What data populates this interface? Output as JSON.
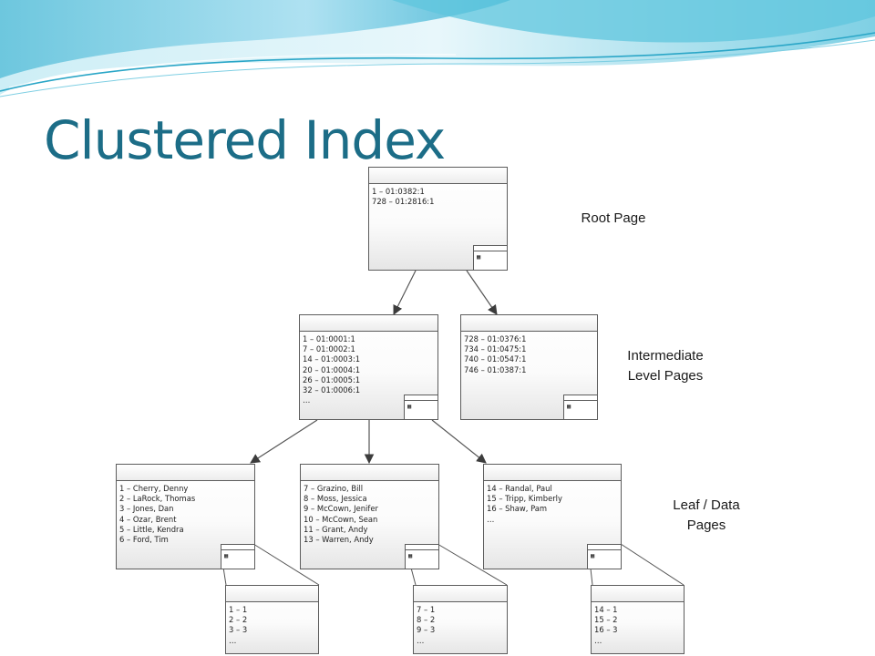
{
  "title": "Clustered Index",
  "labels": {
    "root": "Root Page",
    "intermediate_line1": "Intermediate",
    "intermediate_line2": "Level Pages",
    "leaf_line1": "Leaf / Data",
    "leaf_line2": "Pages"
  },
  "root_page": {
    "lines": [
      "1 – 01:0382:1",
      "728 – 01:2816:1"
    ],
    "icon": "page-stack-icon"
  },
  "intermediate_pages": [
    {
      "lines": [
        "1 – 01:0001:1",
        "7 – 01:0002:1",
        "14 – 01:0003:1",
        "20 – 01:0004:1",
        "26 – 01:0005:1",
        "32 – 01:0006:1",
        "…"
      ],
      "icon": "page-stack-icon"
    },
    {
      "lines": [
        "728 – 01:0376:1",
        "734 – 01:0475:1",
        "740 – 01:0547:1",
        "746 – 01:0387:1"
      ],
      "icon": "page-stack-icon"
    }
  ],
  "leaf_pages": [
    {
      "lines": [
        "1 – Cherry, Denny",
        "2 – LaRock, Thomas",
        "3 – Jones, Dan",
        "4 – Ozar, Brent",
        "5 – Little, Kendra",
        "6 – Ford, Tim"
      ],
      "icon": "page-stack-icon"
    },
    {
      "lines": [
        "7 – Grazino, Bill",
        "8 – Moss, Jessica",
        "9 – McCown, Jenifer",
        "10 – McCown, Sean",
        "11 – Grant, Andy",
        "13 – Warren, Andy"
      ],
      "icon": "page-stack-icon"
    },
    {
      "lines": [
        "14 – Randal, Paul",
        "15 – Tripp, Kimberly",
        "16 – Shaw, Pam",
        "…"
      ],
      "icon": "page-stack-icon"
    }
  ],
  "slot_arrays": [
    {
      "lines": [
        "1 – 1",
        "2 – 2",
        "3 – 3",
        "…"
      ]
    },
    {
      "lines": [
        "7 – 1",
        "8 – 2",
        "9 – 3",
        "…"
      ]
    },
    {
      "lines": [
        "14 – 1",
        "15 – 2",
        "16 – 3",
        "…"
      ]
    }
  ],
  "colors": {
    "title": "#1c6d87",
    "wave_dark": "#2aa6c7",
    "wave_light": "#b9e7f1",
    "box_border": "#5c5c5c"
  }
}
